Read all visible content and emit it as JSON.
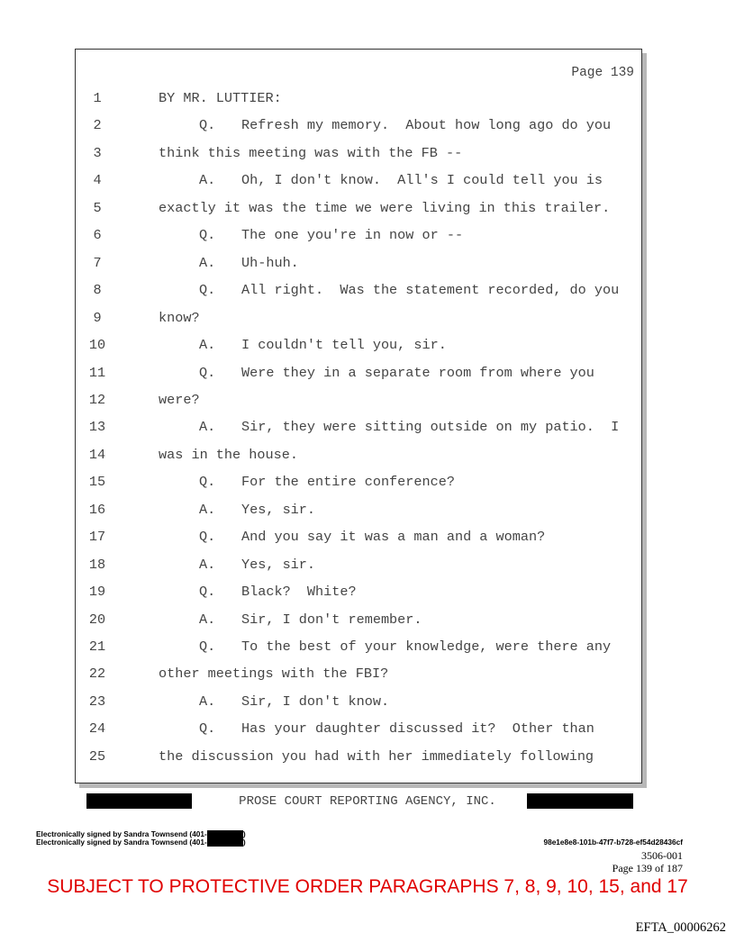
{
  "page_header": "Page 139",
  "lines": [
    {
      "n": "1",
      "mk": "",
      "text": "BY MR. LUTTIER:",
      "ind": false
    },
    {
      "n": "2",
      "mk": "Q.",
      "text": "Refresh my memory.  About how long ago do you",
      "ind": true
    },
    {
      "n": "3",
      "mk": "",
      "text": "think this meeting was with the FB --",
      "ind": false
    },
    {
      "n": "4",
      "mk": "A.",
      "text": "Oh, I don't know.  All's I could tell you is",
      "ind": true
    },
    {
      "n": "5",
      "mk": "",
      "text": "exactly it was the time we were living in this trailer.",
      "ind": false
    },
    {
      "n": "6",
      "mk": "Q.",
      "text": "The one you're in now or --",
      "ind": true
    },
    {
      "n": "7",
      "mk": "A.",
      "text": "Uh-huh.",
      "ind": true
    },
    {
      "n": "8",
      "mk": "Q.",
      "text": "All right.  Was the statement recorded, do you",
      "ind": true
    },
    {
      "n": "9",
      "mk": "",
      "text": "know?",
      "ind": false
    },
    {
      "n": "10",
      "mk": "A.",
      "text": "I couldn't tell you, sir.",
      "ind": true
    },
    {
      "n": "11",
      "mk": "Q.",
      "text": "Were they in a separate room from where you",
      "ind": true
    },
    {
      "n": "12",
      "mk": "",
      "text": "were?",
      "ind": false
    },
    {
      "n": "13",
      "mk": "A.",
      "text": "Sir, they were sitting outside on my patio.  I",
      "ind": true
    },
    {
      "n": "14",
      "mk": "",
      "text": "was in the house.",
      "ind": false
    },
    {
      "n": "15",
      "mk": "Q.",
      "text": "For the entire conference?",
      "ind": true
    },
    {
      "n": "16",
      "mk": "A.",
      "text": "Yes, sir.",
      "ind": true
    },
    {
      "n": "17",
      "mk": "Q.",
      "text": "And you say it was a man and a woman?",
      "ind": true
    },
    {
      "n": "18",
      "mk": "A.",
      "text": "Yes, sir.",
      "ind": true
    },
    {
      "n": "19",
      "mk": "Q.",
      "text": "Black?  White?",
      "ind": true
    },
    {
      "n": "20",
      "mk": "A.",
      "text": "Sir, I don't remember.",
      "ind": true
    },
    {
      "n": "21",
      "mk": "Q.",
      "text": "To the best of your knowledge, were there any",
      "ind": true
    },
    {
      "n": "22",
      "mk": "",
      "text": "other meetings with the FBI?",
      "ind": false
    },
    {
      "n": "23",
      "mk": "A.",
      "text": "Sir, I don't know.",
      "ind": true
    },
    {
      "n": "24",
      "mk": "Q.",
      "text": "Has your daughter discussed it?  Other than",
      "ind": true
    },
    {
      "n": "25",
      "mk": "",
      "text": "the discussion you had with her immediately following",
      "ind": false
    }
  ],
  "footer": {
    "agency": "PROSE COURT REPORTING AGENCY, INC.",
    "sig1": "Electronically signed by Sandra Townsend (401-",
    "sig2": "Electronically signed by Sandra Townsend (401-",
    "sig_close": ")",
    "hash": "98e1e8e8-101b-47f7-b728-ef54d28436cf",
    "case": "3506-001",
    "page_of": "Page 139 of 187",
    "protective": "SUBJECT TO PROTECTIVE ORDER PARAGRAPHS 7, 8, 9, 10, 15, and 17",
    "bates": "EFTA_00006262"
  }
}
